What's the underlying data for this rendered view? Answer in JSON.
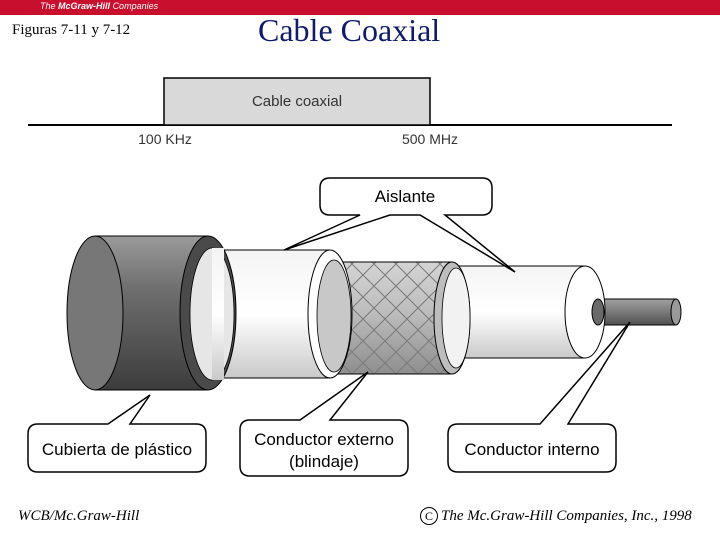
{
  "header": {
    "brand_prefix": "The",
    "brand_name": "McGraw-Hill",
    "brand_suffix": "Companies",
    "figure_label": "Figuras 7-11 y 7-12",
    "title": "Cable Coaxial"
  },
  "spectrum": {
    "band_label": "Cable coaxial",
    "low_label": "100 KHz",
    "high_label": "500 MHz"
  },
  "callouts": {
    "aislante": "Aislante",
    "cubierta": "Cubierta de plástico",
    "externo_line1": "Conductor externo",
    "externo_line2": "(blindaje)",
    "interno": "Conductor interno"
  },
  "footer": {
    "left": "WCB/Mc.Graw-Hill",
    "right": "The Mc.Graw-Hill Companies, Inc., 1998"
  },
  "colors": {
    "title": "#0f1a6b",
    "banner": "#c8102e",
    "band_fill": "#d9d9d9"
  }
}
